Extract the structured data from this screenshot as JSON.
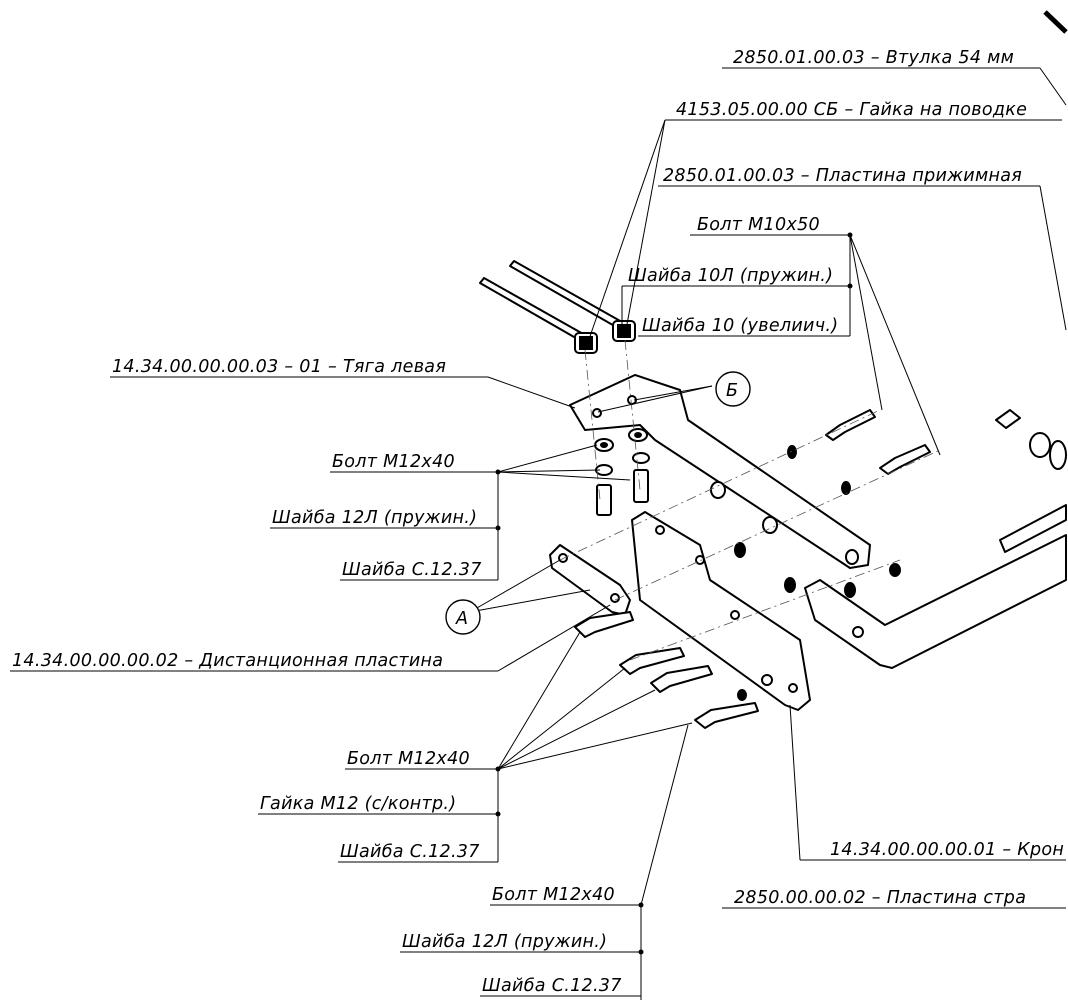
{
  "labels": {
    "bushing": "2850.01.00.03 – Втулка 54 мм",
    "nut_leash": "4153.05.00.00 СБ – Гайка на поводке",
    "clamp_plate": "2850.01.00.03 – Пластина прижимная",
    "bolt_m10": "Болт М10х50",
    "washer_10l": "Шайба 10Л (пружин.)",
    "washer_10": "Шайба 10 (увелиич.)",
    "rod_left": "14.34.00.00.00.03 – 01 – Тяга левая",
    "group1_bolt": "Болт М12х40",
    "group1_washer_spring": "Шайба 12Л (пружин.)",
    "group1_washer": "Шайба С.12.37",
    "marker_a": "А",
    "marker_b": "Б",
    "spacer": "14.34.00.00.00.02 – Дистанционная пластина",
    "group2_bolt": "Болт М12х40",
    "group2_nut": "Гайка М12 (с/контр.)",
    "group2_washer": "Шайба С.12.37",
    "bracket": "14.34.00.00.00.01 – Крон",
    "plate_str": "2850.00.00.02 – Пластина стра",
    "group3_bolt": "Болт М12х40",
    "group3_washer_spring": "Шайба 12Л (пружин.)",
    "group3_washer": "Шайба С.12.37"
  },
  "colors": {
    "ink": "#000000",
    "paper": "#ffffff"
  }
}
